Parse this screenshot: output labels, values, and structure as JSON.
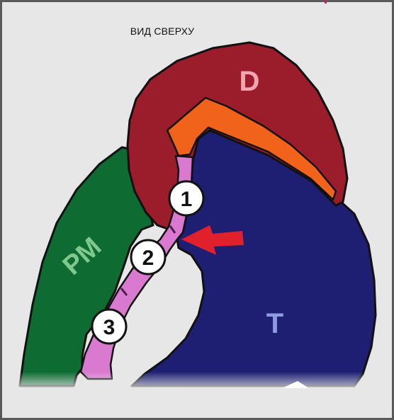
{
  "title": "ВИД СВЕРХУ",
  "regions": {
    "d": {
      "label": "D",
      "fill": "#9b1d2c",
      "label_color": "#f2a7b0"
    },
    "t": {
      "label": "T",
      "fill": "#1e1f73",
      "label_color": "#8f9be0"
    },
    "pm": {
      "label": "PM",
      "fill": "#0e6b32",
      "label_color": "#7fc98f"
    },
    "orange_layer": {
      "fill": "#f1621b"
    },
    "pink_band": {
      "fill": "#d97ad0"
    }
  },
  "markers": [
    {
      "label": "1"
    },
    {
      "label": "2"
    },
    {
      "label": "3"
    }
  ],
  "arrow": {
    "color": "#e0202a"
  },
  "colors": {
    "background": "#e7e7e7",
    "frame": "#5a5a5a",
    "outline": "#111111",
    "corner_mark": "#c0246a"
  }
}
